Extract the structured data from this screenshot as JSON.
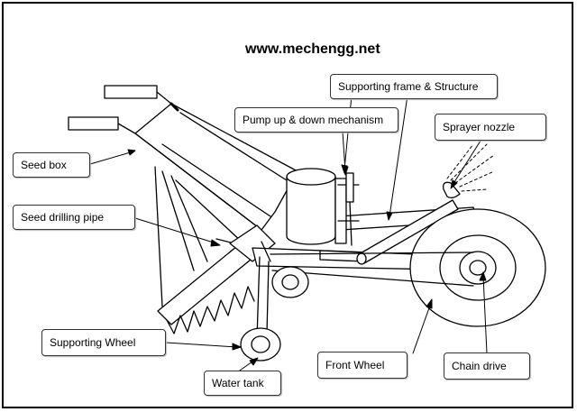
{
  "watermark": "www.mechengg.net",
  "labels": {
    "seed_box": "Seed box",
    "seed_drilling_pipe": "Seed drilling pipe",
    "supporting_wheel": "Supporting Wheel",
    "water_tank": "Water tank",
    "front_wheel": "Front Wheel",
    "chain_drive": "Chain drive",
    "pump_mechanism": "Pump up & down mechanism",
    "supporting_frame": "Supporting frame & Structure",
    "sprayer_nozzle": "Sprayer nozzle"
  }
}
